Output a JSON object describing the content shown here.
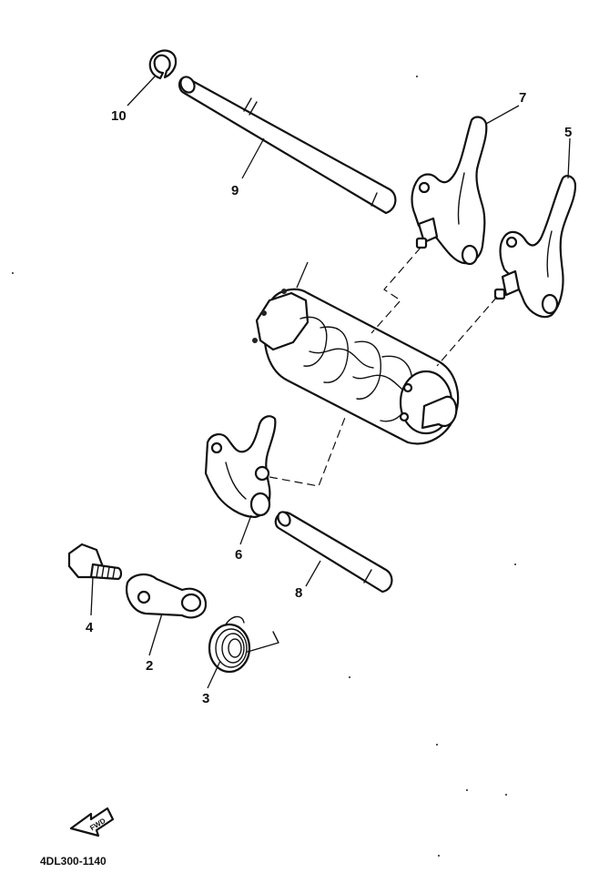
{
  "diagram": {
    "drawing_code": "4DL300-1140",
    "forward_arrow_label": "FWD",
    "callouts": [
      "10",
      "9",
      "7",
      "5",
      "6",
      "8",
      "4",
      "2",
      "3"
    ]
  }
}
